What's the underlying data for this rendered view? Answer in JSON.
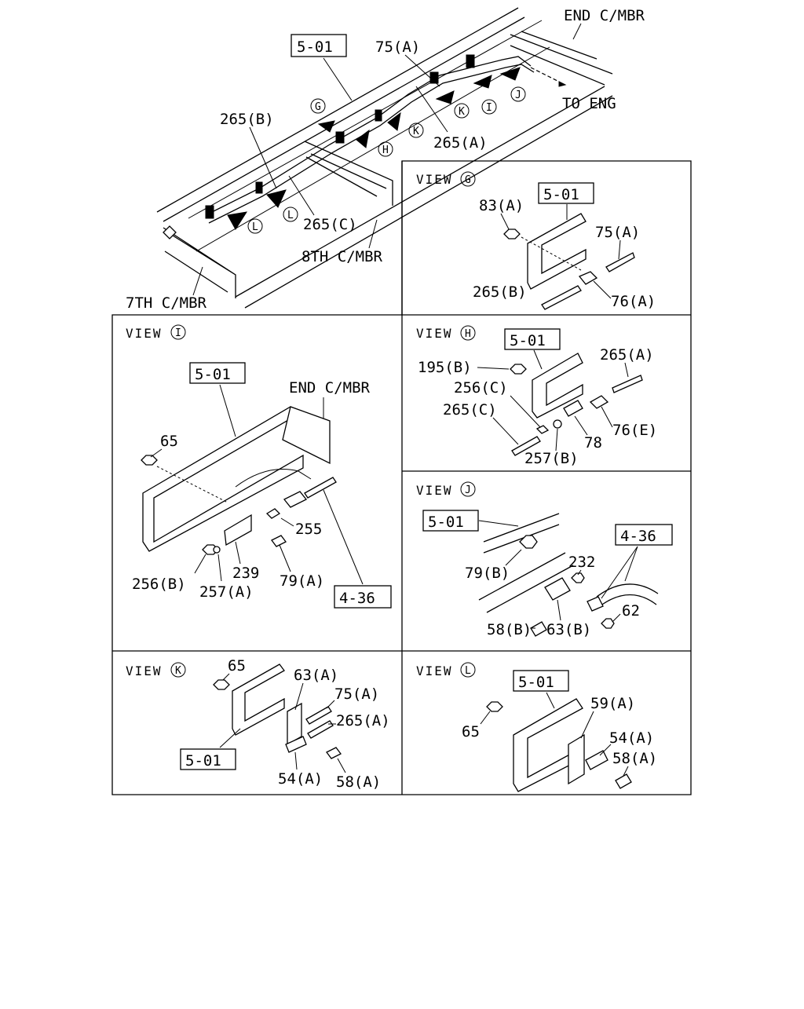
{
  "members": {
    "end_cmbr": "END C/MBR",
    "to_eng": "TO ENG",
    "c8": "8TH C/MBR",
    "c7": "7TH C/MBR"
  },
  "overview": {
    "box_ref": "5-01",
    "labels": {
      "p75a": "75(A)",
      "p265b": "265(B)",
      "p265a": "265(A)",
      "p265c": "265(C)"
    },
    "markers": [
      "G",
      "H",
      "I",
      "J",
      "K",
      "L"
    ]
  },
  "views": {
    "G": {
      "title": "VIEW",
      "marker": "G",
      "box_ref": "5-01",
      "labels": {
        "p83a": "83(A)",
        "p75a": "75(A)",
        "p265b": "265(B)",
        "p76a": "76(A)"
      }
    },
    "H": {
      "title": "VIEW",
      "marker": "H",
      "box_ref": "5-01",
      "labels": {
        "p195b": "195(B)",
        "p265a": "265(A)",
        "p256c": "256(C)",
        "p265c": "265(C)",
        "p76e": "76(E)",
        "p78": "78",
        "p257b": "257(B)"
      }
    },
    "I": {
      "title": "VIEW",
      "marker": "I",
      "box_ref": "5-01",
      "box_ref2": "4-36",
      "end_cmbr": "END C/MBR",
      "labels": {
        "p65": "65",
        "p255": "255",
        "p239": "239",
        "p256b": "256(B)",
        "p257a": "257(A)",
        "p79a": "79(A)"
      }
    },
    "J": {
      "title": "VIEW",
      "marker": "J",
      "box_ref": "5-01",
      "box_ref2": "4-36",
      "labels": {
        "p79b": "79(B)",
        "p232": "232",
        "p62": "62",
        "p58b": "58(B)",
        "p63b": "63(B)"
      }
    },
    "K": {
      "title": "VIEW",
      "marker": "K",
      "box_ref": "5-01",
      "labels": {
        "p65": "65",
        "p63a": "63(A)",
        "p75a": "75(A)",
        "p265a": "265(A)",
        "p54a": "54(A)",
        "p58a": "58(A)"
      }
    },
    "L": {
      "title": "VIEW",
      "marker": "L",
      "box_ref": "5-01",
      "labels": {
        "p65": "65",
        "p59a": "59(A)",
        "p54a": "54(A)",
        "p58a": "58(A)"
      }
    }
  }
}
